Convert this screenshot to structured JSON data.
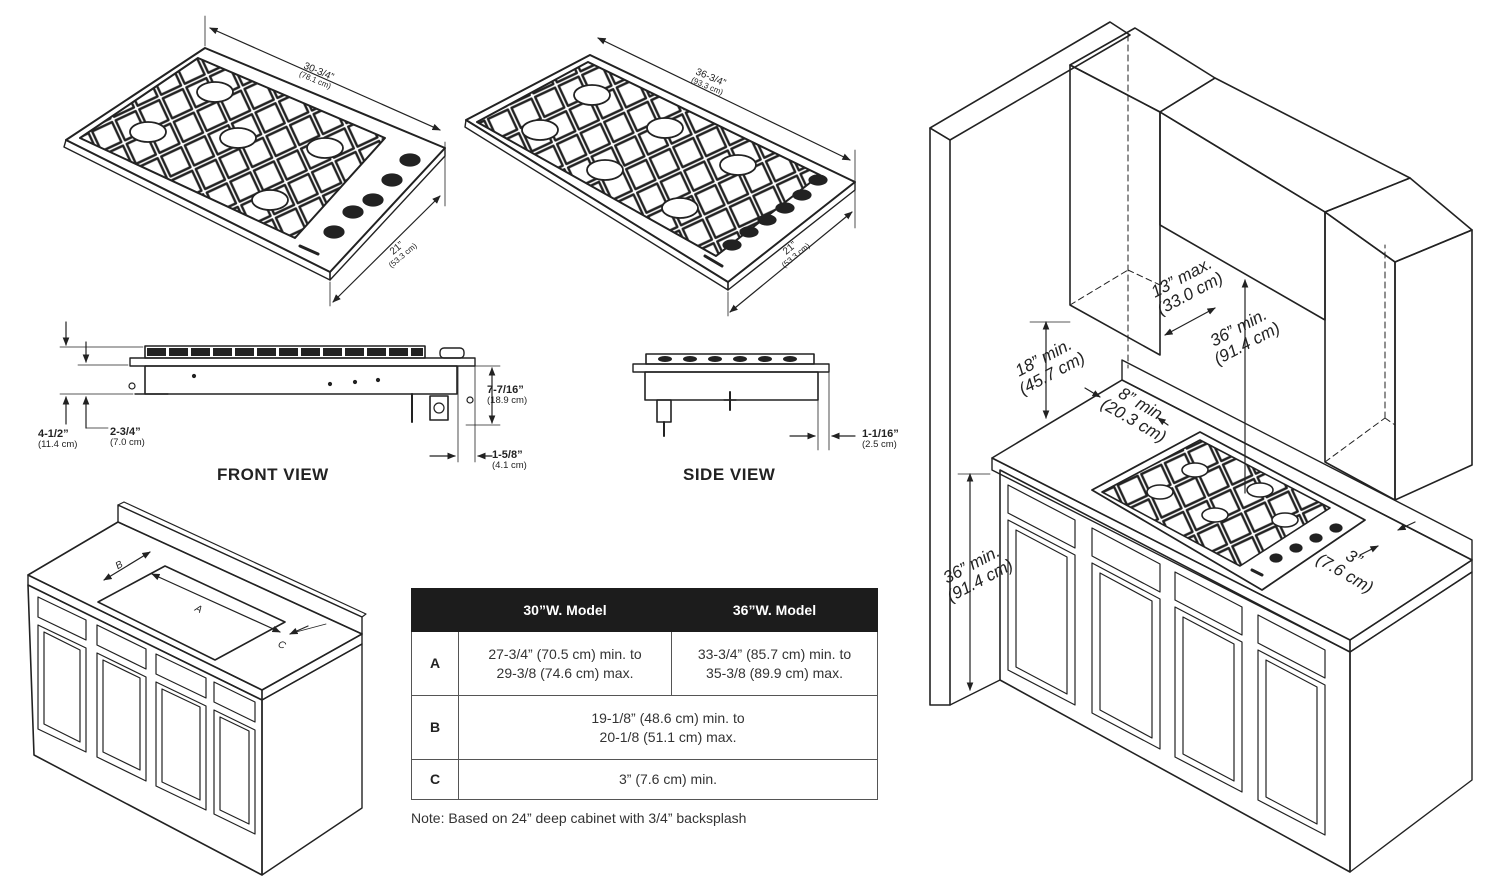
{
  "cooktop_30": {
    "width": "30-3/4”",
    "width_cm": "(78.1 cm)",
    "depth": "21”",
    "depth_cm": "(53.3 cm)"
  },
  "cooktop_36": {
    "width": "36-3/4”",
    "width_cm": "(93.3 cm)",
    "depth": "21”",
    "depth_cm": "(53.3 cm)"
  },
  "front_view": {
    "title": "FRONT VIEW",
    "height": "7-7/16”",
    "height_cm": "(18.9 cm)",
    "d1": "4-1/2”",
    "d1_cm": "(11.4 cm)",
    "d2": "2-3/4”",
    "d2_cm": "(7.0 cm)",
    "d3": "1-5/8”",
    "d3_cm": "(4.1 cm)"
  },
  "side_view": {
    "title": "SIDE VIEW",
    "d1": "1-1/16”",
    "d1_cm": "(2.5 cm)"
  },
  "cabinet": {
    "label_a": "A",
    "label_b": "B",
    "label_c": "C"
  },
  "table": {
    "headers": [
      "",
      "30”W. Model",
      "36”W. Model"
    ],
    "rows": [
      {
        "key": "A",
        "c30_l1": "27-3/4” (70.5 cm) min. to",
        "c30_l2": "29-3/8 (74.6 cm) max.",
        "c36_l1": "33-3/4” (85.7 cm) min. to",
        "c36_l2": "35-3/8 (89.9 cm) max."
      },
      {
        "key": "B",
        "l1": "19-1/8” (48.6 cm) min. to",
        "l2": "20-1/8 (51.1 cm) max."
      },
      {
        "key": "C",
        "l1": "3” (7.6 cm) min."
      }
    ]
  },
  "note": "Note: Based on 24” deep cabinet with 3/4” backsplash",
  "kitchen": {
    "c13_a": "13” max.",
    "c13_b": "(33.0 cm)",
    "c18_a": "18” min.",
    "c18_b": "(45.7 cm)",
    "c36u_a": "36” min.",
    "c36u_b": "(91.4 cm)",
    "c8_a": "8” min.",
    "c8_b": "(20.3 cm)",
    "c36l_a": "36” min.",
    "c36l_b": "(91.4 cm)",
    "c3_a": "3”",
    "c3_b": "(7.6 cm)"
  }
}
